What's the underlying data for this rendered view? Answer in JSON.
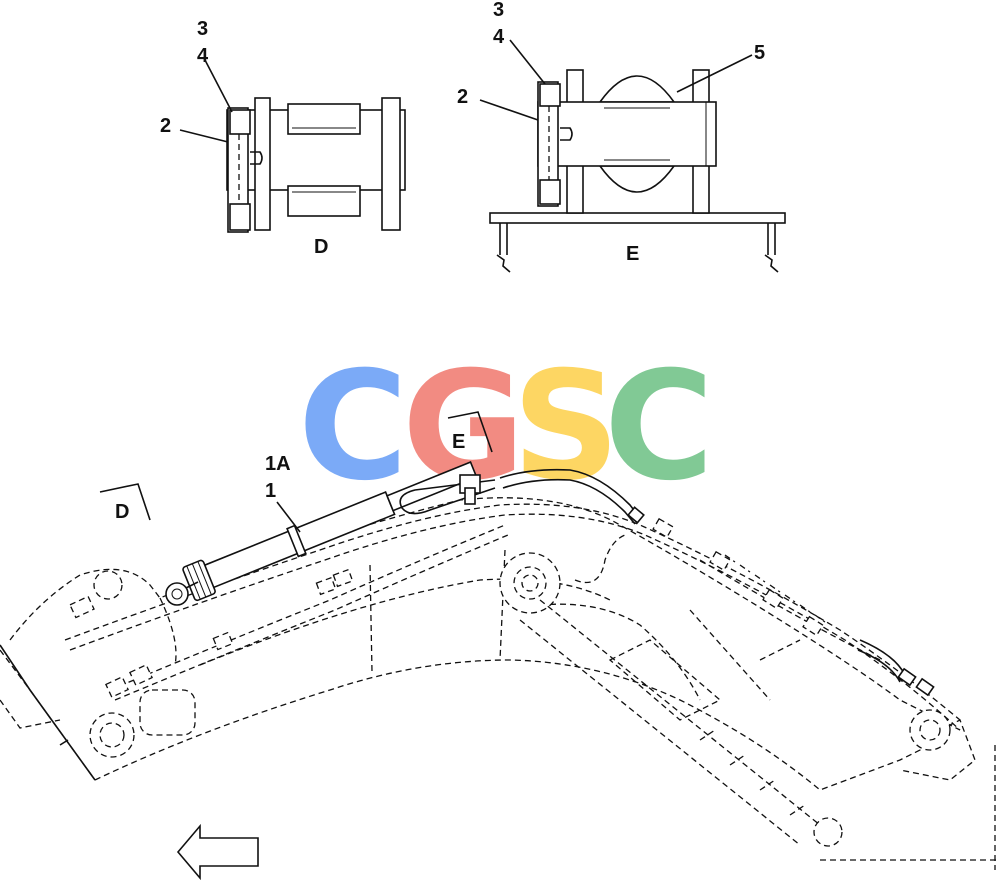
{
  "labels": {
    "d_part3": "3",
    "d_part4": "4",
    "d_part2": "2",
    "d_caption": "D",
    "e_part3": "3",
    "e_part4": "4",
    "e_part2": "2",
    "e_part5": "5",
    "e_caption": "E",
    "view_e_marker": "E",
    "view_d_marker": "D",
    "part_1a": "1A",
    "part_1": "1"
  },
  "watermark": {
    "letters": [
      "C",
      "G",
      "S",
      "C"
    ],
    "colors": [
      "#7baaf7",
      "#f28b82",
      "#fdd663",
      "#81c995"
    ]
  }
}
